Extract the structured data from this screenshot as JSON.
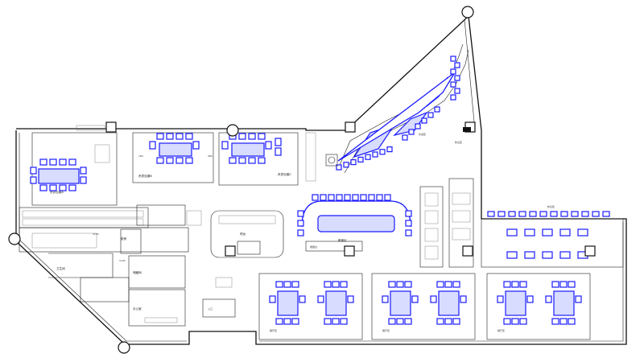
{
  "drawing": {
    "room_labels": {
      "vip_a": "贵宾包厢A",
      "vip_b": "贵宾包厢B",
      "vip_c": "贵宾包厢C",
      "hall_bar": "散座区",
      "hall_a": "餐厅区",
      "hall_b": "餐厅区",
      "hall_c": "餐厅区",
      "kitchen": "厨房",
      "storage": "储藏间",
      "office": "办公室",
      "toilet": "卫生间",
      "bar": "吧台",
      "entry": "入口",
      "cashier": "收银台",
      "lounge": "休息区",
      "wing": "长桌区"
    },
    "dimensions": {
      "d1": "180",
      "d2": "160",
      "d3": "480",
      "d4": "1195",
      "d5": "1195"
    }
  }
}
